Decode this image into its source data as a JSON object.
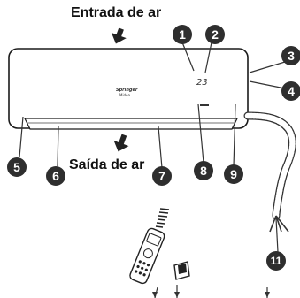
{
  "labels": {
    "air_in": "Entrada de ar",
    "air_out": "Saída de ar"
  },
  "unit": {
    "display_temp": "23",
    "brand": "Springer",
    "sub_brand": "Midea"
  },
  "callouts": [
    "1",
    "2",
    "3",
    "4",
    "5",
    "6",
    "7",
    "8",
    "9",
    "11"
  ],
  "colors": {
    "badge": "#2e2e2e",
    "outline": "#1a1a1a",
    "text": "#111111"
  }
}
